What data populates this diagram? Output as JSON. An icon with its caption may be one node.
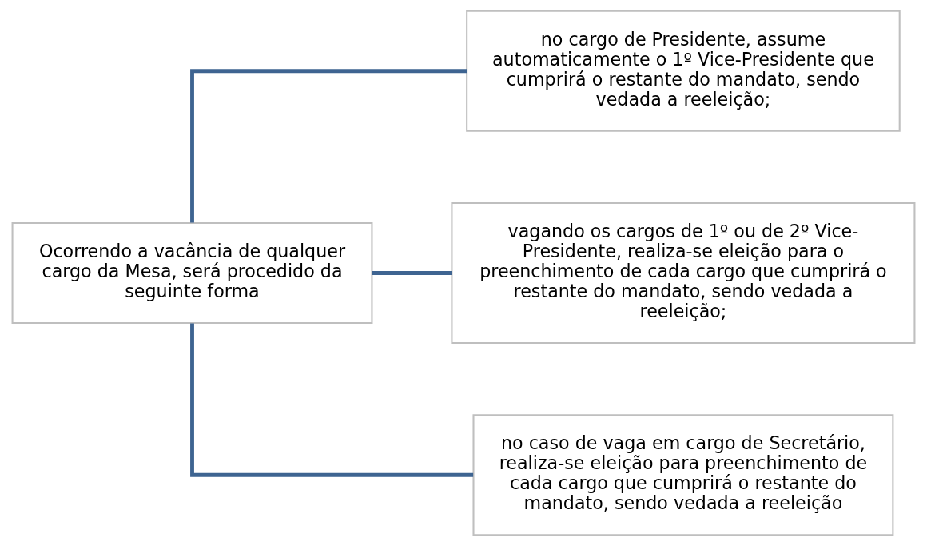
{
  "diagram": {
    "nodes": [
      {
        "text": [
          "Ocorrendo a vacância de qualquer cargo da Mesa, será procedido da seguinte forma"
        ]
      },
      {
        "text": [
          "no cargo de Presidente, assume automaticamente o 1º Vice-Presidente que cumprirá o restante do mandato, sendo vedada a reeleição;"
        ]
      },
      {
        "text": [
          "vagando os cargos de 1º ou de 2º Vice-Presidente, realiza-se eleição para o preenchimento de cada cargo que cumprirá o restante do mandato, sendo vedada a reeleição;"
        ]
      },
      {
        "text": [
          "no caso de vaga em cargo de Secretário, realiza-se eleição para preenchimento de cada cargo que cumprirá o restante do mandato, sendo vedada a reeleição"
        ]
      }
    ],
    "edges": [
      {
        "from": 0,
        "to": 1,
        "arrow": "none"
      },
      {
        "from": 0,
        "to": 2,
        "arrow": "none"
      },
      {
        "from": 0,
        "to": 3,
        "arrow": "none"
      }
    ]
  }
}
